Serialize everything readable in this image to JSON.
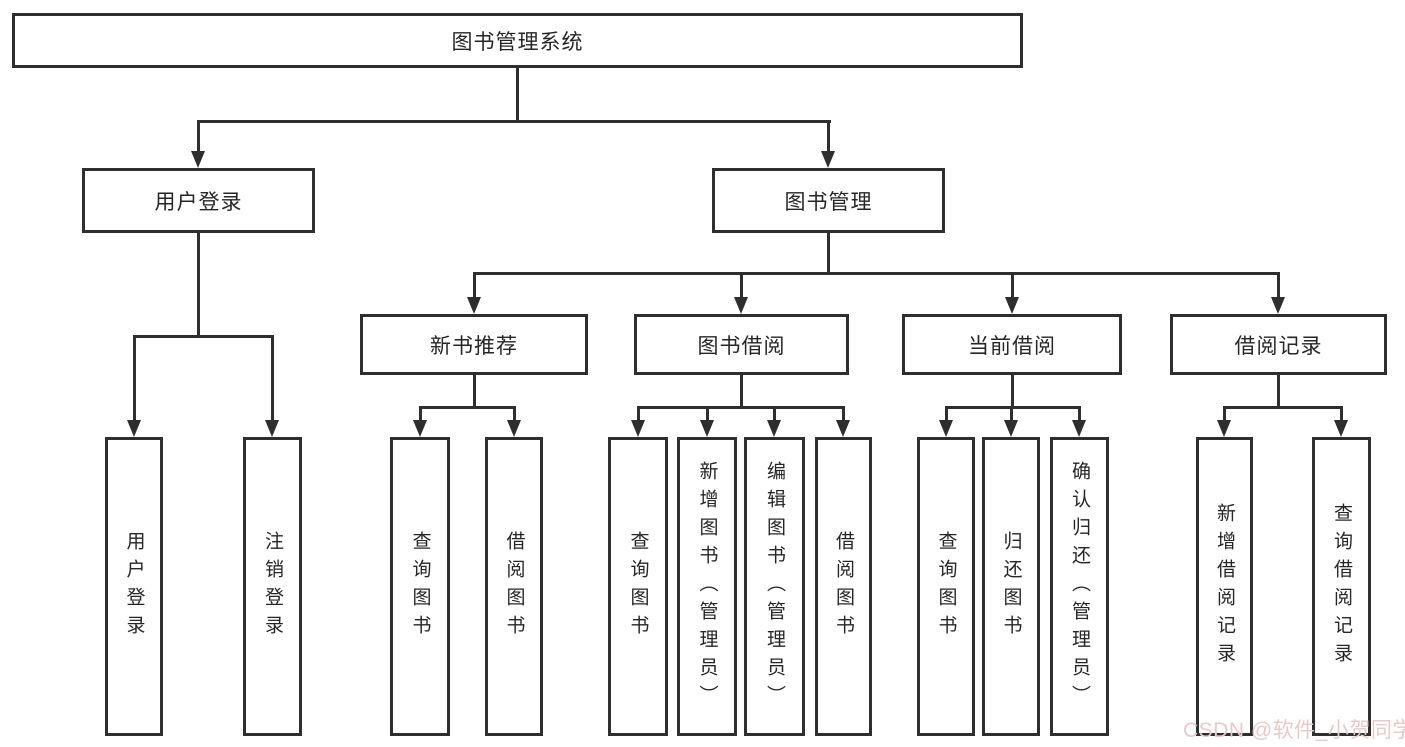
{
  "diagram": {
    "title": "图书管理系统",
    "branches": [
      {
        "label": "用户登录",
        "children": [
          "用户登录",
          "注销登录"
        ]
      },
      {
        "label": "图书管理",
        "children": [
          {
            "label": "新书推荐",
            "children": [
              "查询图书",
              "借阅图书"
            ]
          },
          {
            "label": "图书借阅",
            "children": [
              "查询图书",
              "新增图书（管理员）",
              "编辑图书（管理员）",
              "借阅图书"
            ]
          },
          {
            "label": "当前借阅",
            "children": [
              "查询图书",
              "归还图书",
              "确认归还（管理员）"
            ]
          },
          {
            "label": "借阅记录",
            "children": [
              "新增借阅记录",
              "查询借阅记录"
            ]
          }
        ]
      }
    ]
  },
  "watermark": {
    "text": "CSDN @软件_小贺同学",
    "color": "#e9caca"
  },
  "colors": {
    "line": "#2e2e2e",
    "text": "#262626",
    "background": "#ffffff"
  }
}
